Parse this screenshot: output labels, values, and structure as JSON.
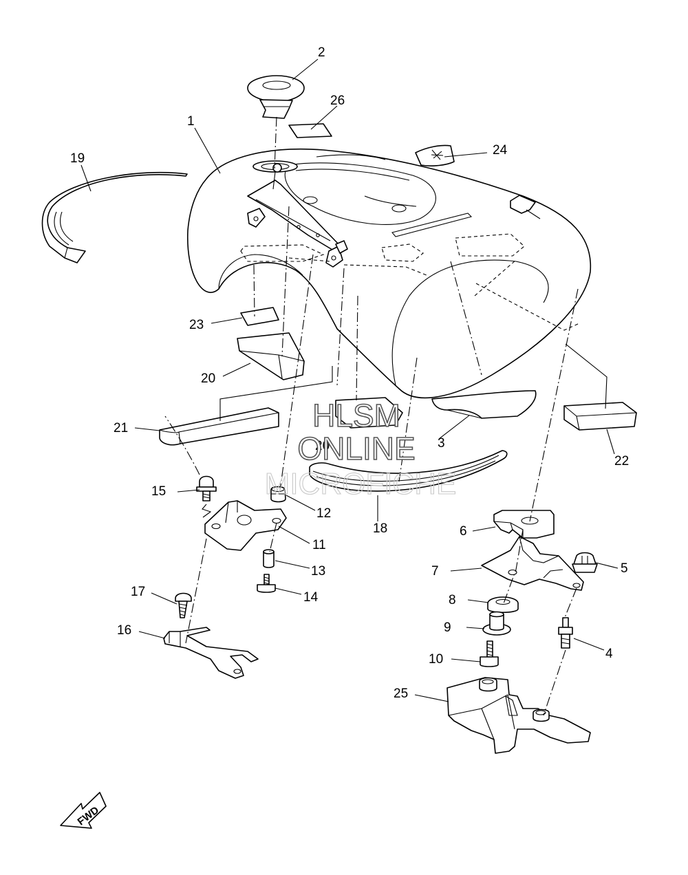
{
  "callouts": {
    "c1": "1",
    "c2": "2",
    "c3": "3",
    "c4": "4",
    "c5": "5",
    "c6": "6",
    "c7": "7",
    "c8": "8",
    "c9": "9",
    "c10": "10",
    "c11": "11",
    "c12": "12",
    "c13": "13",
    "c14": "14",
    "c15": "15",
    "c16": "16",
    "c17": "17",
    "c18": "18",
    "c19": "19",
    "c20a": "20",
    "c20b": "20",
    "c21": "21",
    "c22": "22",
    "c23": "23",
    "c24": "24",
    "c25": "25",
    "c26": "26"
  },
  "direction_arrow": {
    "label": "FWD"
  },
  "watermark": {
    "line1": "HLSM",
    "line2": "ONLINE",
    "line3": "MICROFICHE"
  }
}
